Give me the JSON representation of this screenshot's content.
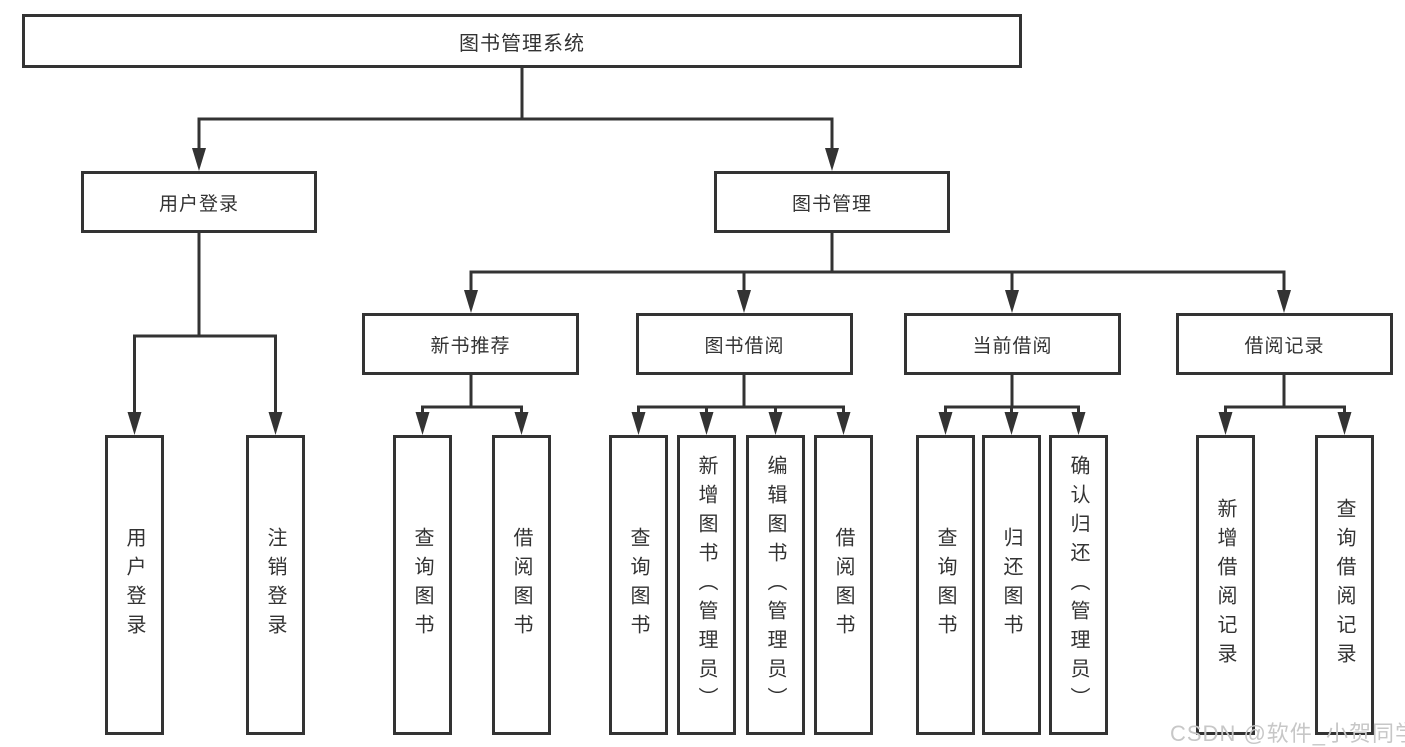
{
  "diagram": {
    "title": "图书管理系统",
    "branches": [
      {
        "label": "用户登录",
        "leaves": [
          "用户登录",
          "注销登录"
        ]
      },
      {
        "label": "图书管理",
        "groups": [
          {
            "label": "新书推荐",
            "leaves": [
              "查询图书",
              "借阅图书"
            ]
          },
          {
            "label": "图书借阅",
            "leaves": [
              "查询图书",
              "新增图书（管理员）",
              "编辑图书（管理员）",
              "借阅图书"
            ]
          },
          {
            "label": "当前借阅",
            "leaves": [
              "查询图书",
              "归还图书",
              "确认归还（管理员）"
            ]
          },
          {
            "label": "借阅记录",
            "leaves": [
              "新增借阅记录",
              "查询借阅记录"
            ]
          }
        ]
      }
    ]
  },
  "watermark": {
    "text": "CSDN @软件_小贺同学"
  },
  "colors": {
    "line": "#333333",
    "box_border": "#333333",
    "box_background": "#ffffff",
    "text": "#333333",
    "watermark": "#c7c7c7",
    "background": "#ffffff"
  }
}
